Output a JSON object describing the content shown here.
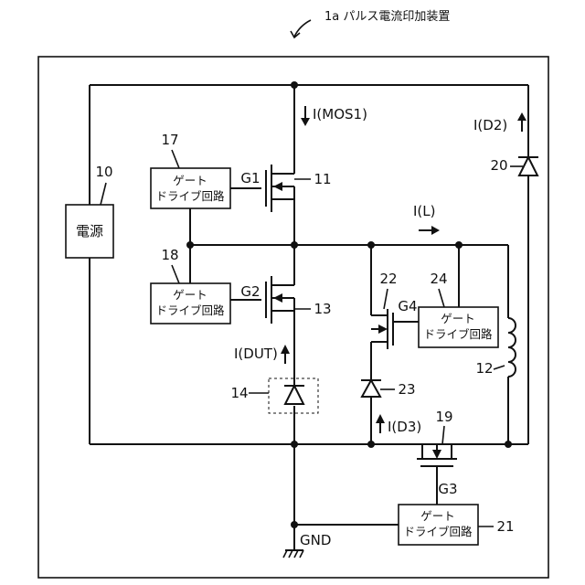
{
  "title": "1a パルス電流印加装置",
  "power_supply": {
    "ref": "10",
    "label": "電源"
  },
  "gate_drivers": [
    {
      "ref": "17",
      "line1": "ゲート",
      "line2": "ドライブ回路"
    },
    {
      "ref": "18",
      "line1": "ゲート",
      "line2": "ドライブ回路"
    },
    {
      "ref": "24",
      "line1": "ゲート",
      "line2": "ドライブ回路"
    },
    {
      "ref": "21",
      "line1": "ゲート",
      "line2": "ドライブ回路"
    }
  ],
  "transistors": [
    {
      "ref": "11",
      "gate": "G1"
    },
    {
      "ref": "13",
      "gate": "G2"
    },
    {
      "ref": "22",
      "gate": "G4"
    },
    {
      "ref": "19",
      "gate": "G3"
    }
  ],
  "diodes": [
    {
      "ref": "14"
    },
    {
      "ref": "20"
    },
    {
      "ref": "23"
    }
  ],
  "inductor": {
    "ref": "12"
  },
  "currents": {
    "mos1": "I(MOS1)",
    "d2": "I(D2)",
    "l": "I(L)",
    "dut": "I(DUT)",
    "d3": "I(D3)"
  },
  "ground": "GND"
}
